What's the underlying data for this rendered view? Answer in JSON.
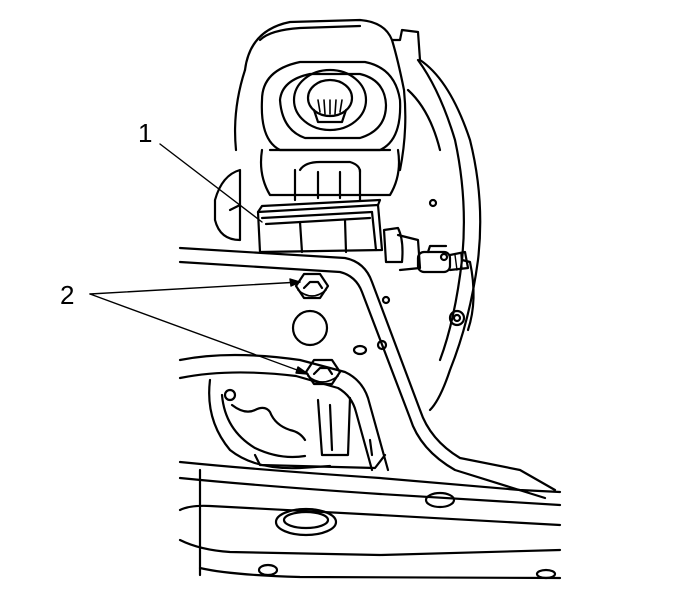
{
  "callouts": [
    {
      "id": "1",
      "text": "1",
      "part": "mount-bracket"
    },
    {
      "id": "2",
      "text": "2",
      "part": "mounting-bolts"
    }
  ],
  "colors": {
    "line": "#000000",
    "background": "#ffffff"
  }
}
